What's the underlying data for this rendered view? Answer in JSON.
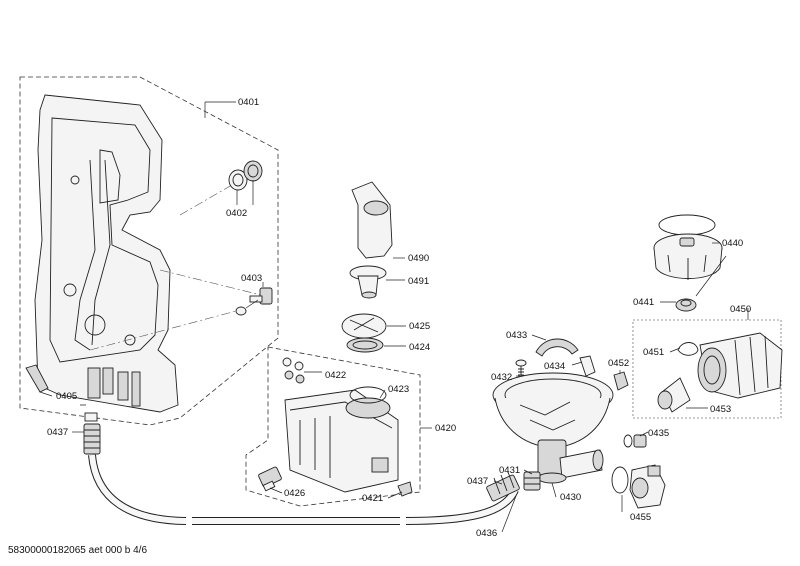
{
  "footer": {
    "drawing_id": "58300000182065 aet 000 b 4/6"
  },
  "labels": {
    "p0401": "0401",
    "p0402": "0402",
    "p0403": "0403",
    "p0405": "0405",
    "p0437a": "0437",
    "p0490": "0490",
    "p0491": "0491",
    "p0425": "0425",
    "p0424": "0424",
    "p0422": "0422",
    "p0423": "0423",
    "p0420": "0420",
    "p0426": "0426",
    "p0421": "0421",
    "p0433": "0433",
    "p0434": "0434",
    "p0432": "0432",
    "p0452": "0452",
    "p0437b": "0437",
    "p0431": "0431",
    "p0430": "0430",
    "p0436": "0436",
    "p0440": "0440",
    "p0441": "0441",
    "p0450": "0450",
    "p0451": "0451",
    "p0453": "0453",
    "p0435": "0435",
    "p0455": "0455"
  }
}
